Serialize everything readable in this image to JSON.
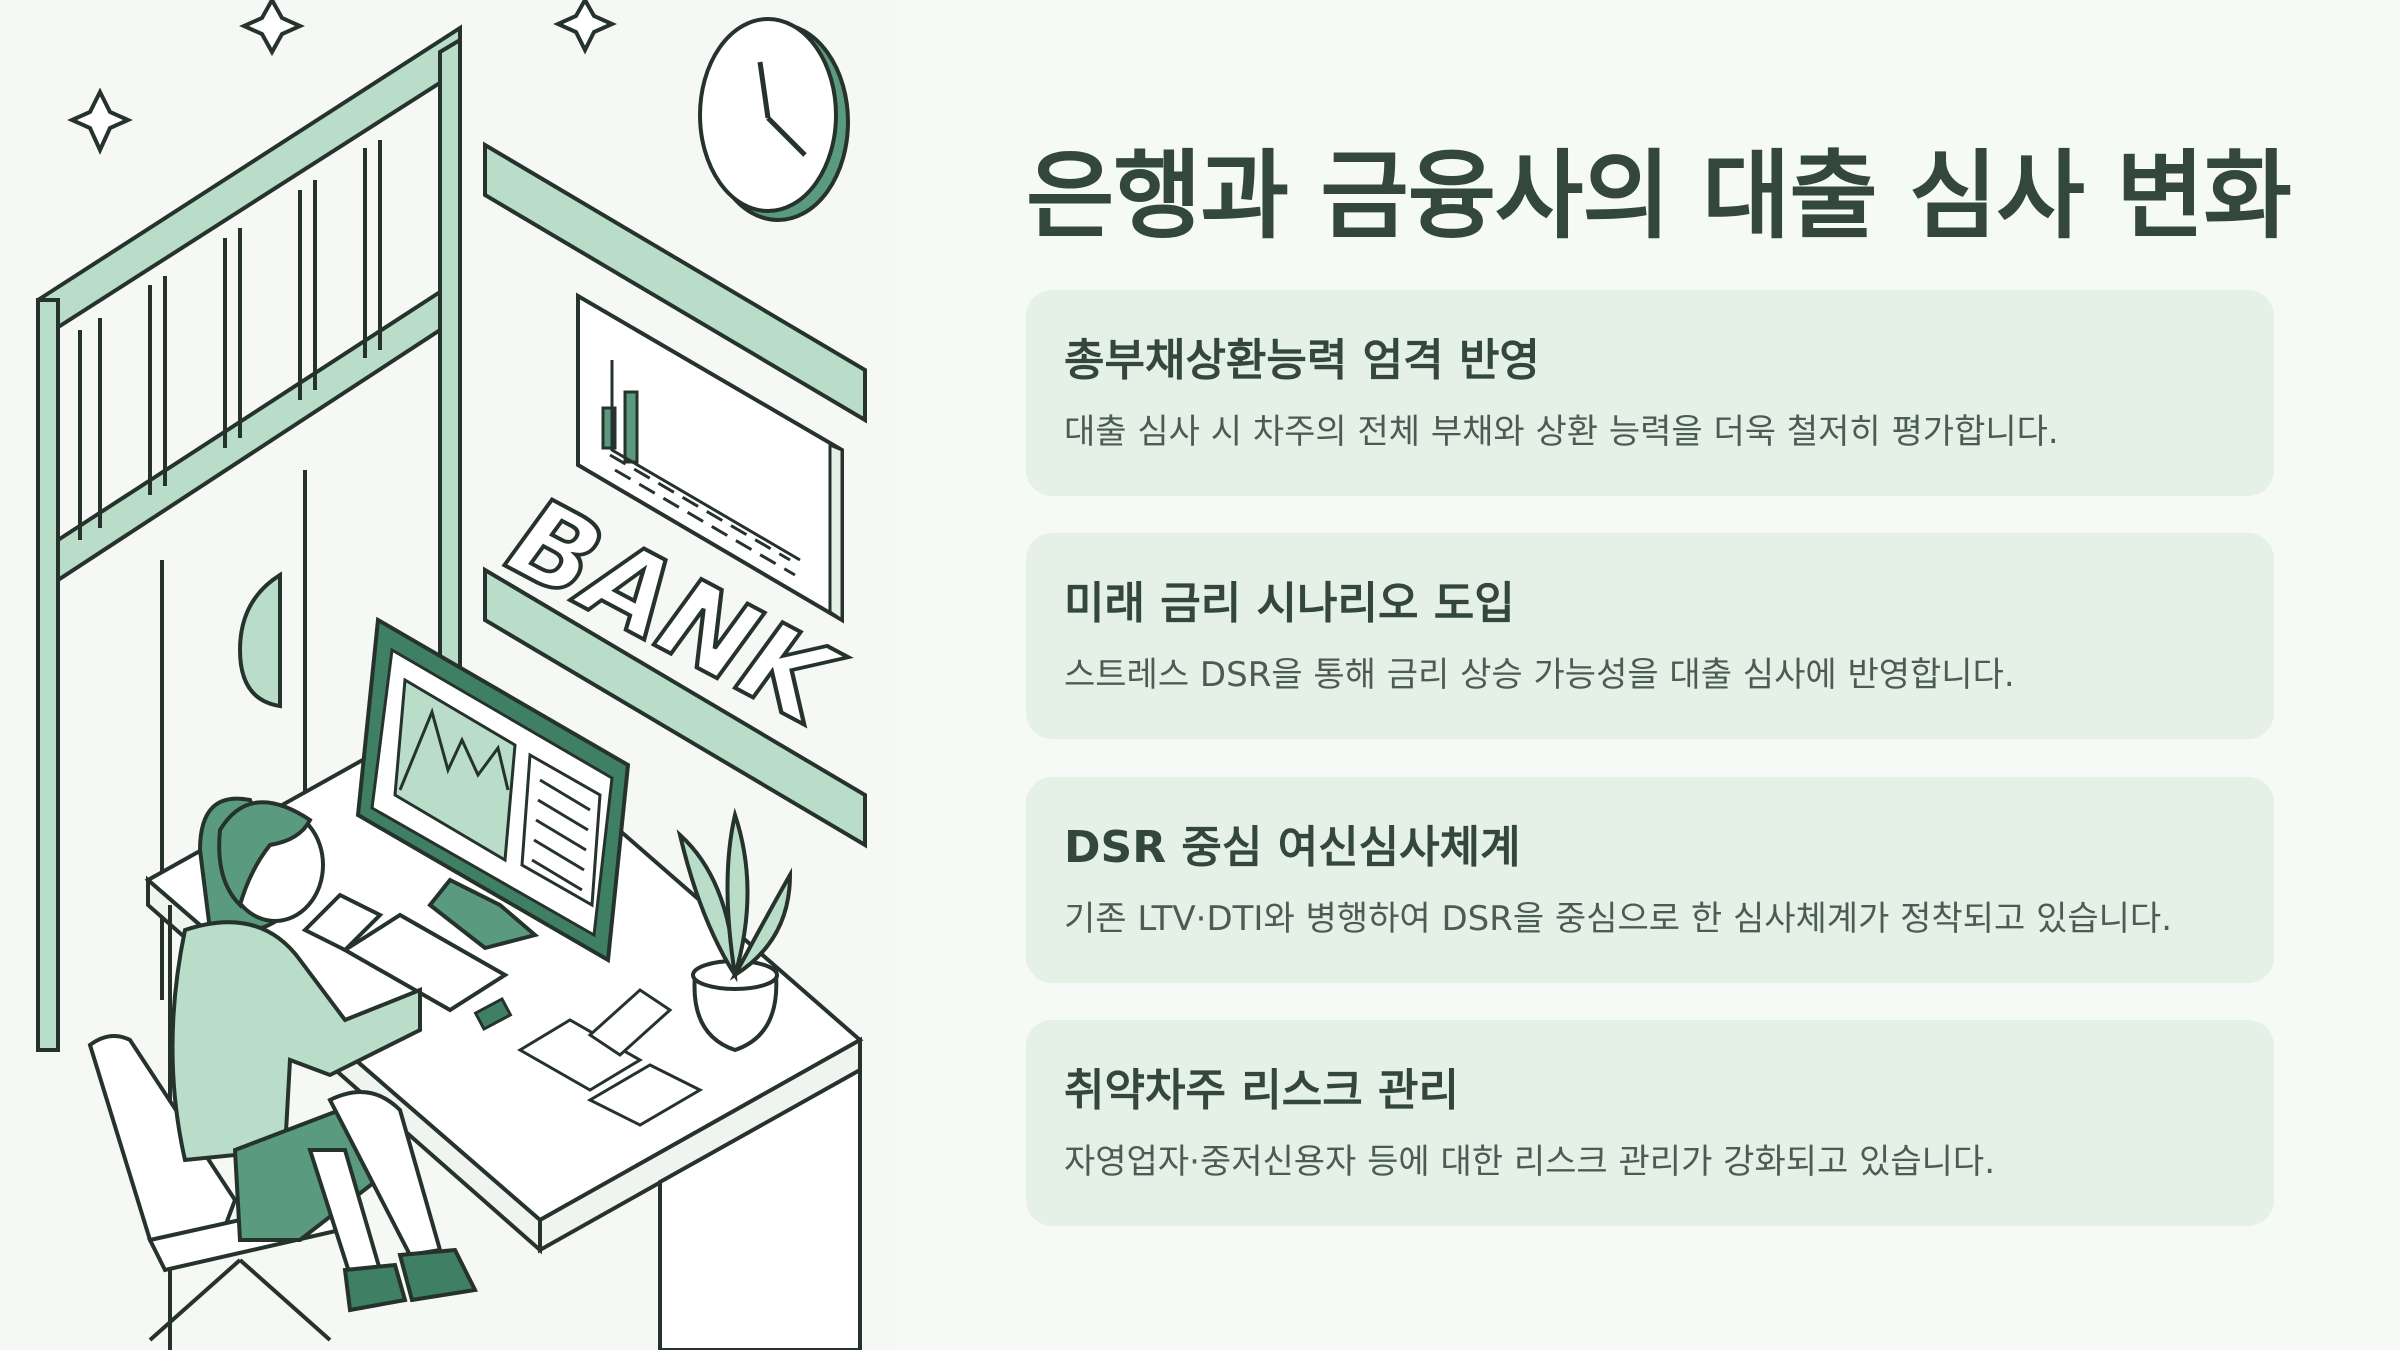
{
  "title": "은행과 금융사의 대출 심사 변화",
  "illustration": {
    "bank_sign": "BANK"
  },
  "cards": [
    {
      "heading": "총부채상환능력 엄격 반영",
      "description": "대출 심사 시 차주의 전체 부채와 상환 능력을 더욱 철저히 평가합니다."
    },
    {
      "heading": "미래 금리 시나리오 도입",
      "description": "스트레스 DSR을 통해 금리 상승 가능성을 대출 심사에 반영합니다."
    },
    {
      "heading": "DSR 중심 여신심사체계",
      "description": "기존 LTV·DTI와 병행하여 DSR을 중심으로 한 심사체계가 정착되고 있습니다."
    },
    {
      "heading": "취약차주 리스크 관리",
      "description": "자영업자·중저신용자 등에 대한 리스크 관리가 강화되고 있습니다."
    }
  ],
  "colors": {
    "accent_dark": "#3f7f64",
    "accent_mid": "#5a9a7f",
    "accent_light": "#b9ddc9",
    "card_bg": "#e5f0e6",
    "title_text": "#33473e"
  }
}
